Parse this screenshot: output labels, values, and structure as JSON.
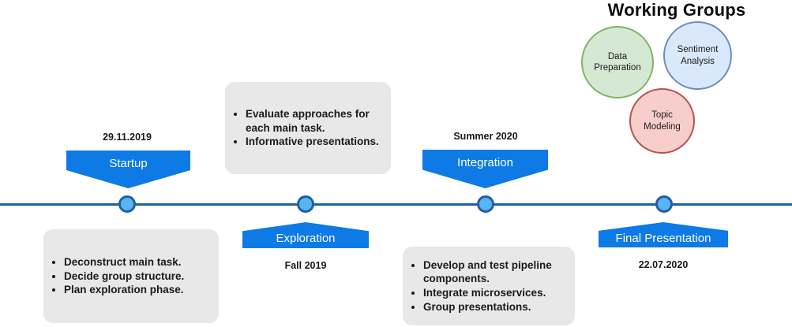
{
  "timeline": {
    "axis_color": "#1f5fa8",
    "node_fill": "#5ab4f0",
    "node_border": "#1f5fa8",
    "banner_color": "#0d7ae5",
    "box_color": "#e8e8e8",
    "milestones": [
      {
        "id": "startup",
        "label": "Startup",
        "date": "29.11.2019",
        "position": "above",
        "bullets": [
          "Deconstruct main task.",
          "Decide group structure.",
          "Plan exploration phase."
        ]
      },
      {
        "id": "exploration",
        "label": "Exploration",
        "date": "Fall 2019",
        "position": "below",
        "bullets": [
          "Evaluate approaches for each main task.",
          "Informative presentations."
        ]
      },
      {
        "id": "integration",
        "label": "Integration",
        "date": "Summer 2020",
        "position": "above",
        "bullets": [
          "Develop and test pipeline components.",
          "Integrate microservices.",
          "Group presentations."
        ]
      },
      {
        "id": "final-presentation",
        "label": "Final Presentation",
        "date": "22.07.2020",
        "position": "below",
        "bullets": []
      }
    ]
  },
  "working_groups": {
    "title": "Working Groups",
    "groups": [
      {
        "id": "data-preparation",
        "line1": "Data",
        "line2": "Preparation",
        "fill": "#d5e8d4",
        "stroke": "#82b366"
      },
      {
        "id": "sentiment-analysis",
        "line1": "Sentiment",
        "line2": "Analysis",
        "fill": "#dae8fc",
        "stroke": "#6c8ebf"
      },
      {
        "id": "topic-modeling",
        "line1": "Topic",
        "line2": "Modeling",
        "fill": "#f8cecc",
        "stroke": "#b85450"
      }
    ]
  }
}
